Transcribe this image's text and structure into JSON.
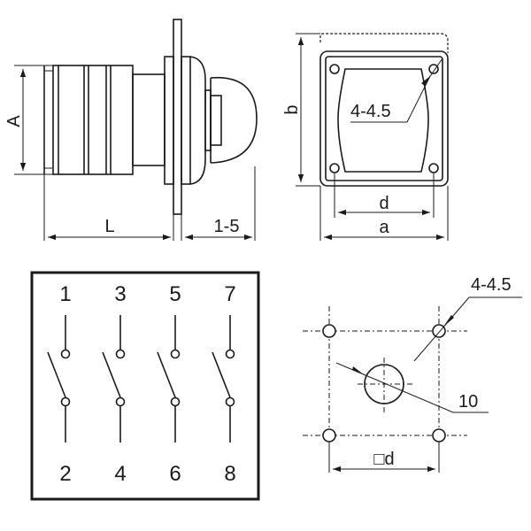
{
  "side_view": {
    "dim_height": "A",
    "dim_length": "L",
    "dim_panel": "1-5"
  },
  "front_view": {
    "dim_height": "b",
    "dim_width": "a",
    "dim_hole_spacing": "d",
    "callout_holes": "4-4.5"
  },
  "schematic": {
    "top_terminals": [
      "1",
      "3",
      "5",
      "7"
    ],
    "bottom_terminals": [
      "2",
      "4",
      "6",
      "8"
    ]
  },
  "cutout": {
    "callout_holes": "4-4.5",
    "callout_center": "10",
    "dim_square": "□d"
  }
}
